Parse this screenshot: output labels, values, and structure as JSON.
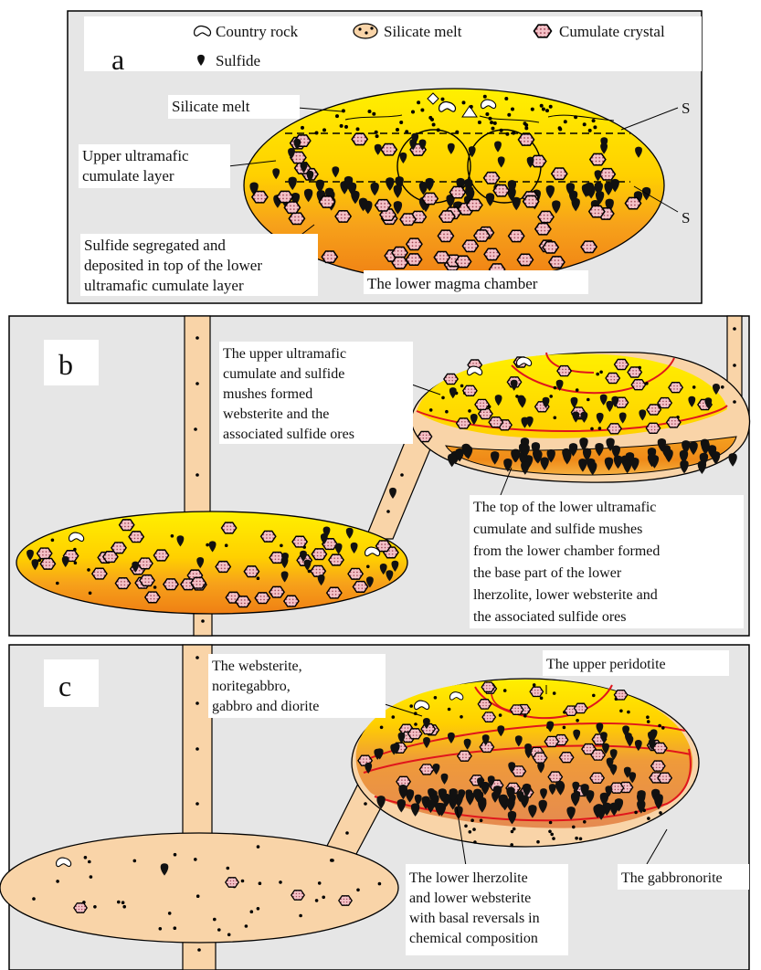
{
  "legend": {
    "country_rock": "Country rock",
    "silicate_melt": "Silicate melt",
    "cumulate_crystal": "Cumulate crystal",
    "sulfide": "Sulfide"
  },
  "panel_a": {
    "letter": "a",
    "silicate_melt_label": "Silicate melt",
    "upper_cumulate_label": [
      "Upper ultramafic",
      "cumulate layer"
    ],
    "sulfide_label": [
      "Sulfide segregated and",
      "deposited in top of the lower",
      "ultramafic cumulate layer"
    ],
    "chamber_label": "The lower magma chamber",
    "s_top": "S",
    "s_bottom": "S"
  },
  "panel_b": {
    "letter": "b",
    "upper_label": [
      "The upper ultramafic",
      "cumulate and sulfide",
      "mushes formed",
      "websterite and the",
      "associated sulfide ores"
    ],
    "lower_label": [
      "The top of the lower ultramafic",
      "cumulate and sulfide mushes",
      "from the lower chamber formed",
      "the base part of the lower",
      "lherzolite, lower websterite and",
      "the associated sulfide ores"
    ]
  },
  "panel_c": {
    "letter": "c",
    "websterite_label": [
      "The websterite,",
      "noritegabbro,",
      "gabbro and diorite"
    ],
    "peridotite_label": "The upper peridotite",
    "lherzolite_label": [
      "The lower lherzolite",
      "and lower websterite",
      "with basal reversals in",
      "chemical composition"
    ],
    "gabbronorite_label": "The gabbronorite"
  },
  "colors": {
    "background_panel": "#e6e6e6",
    "melt_yellow": "#ffe600",
    "melt_orange": "#f08a1a",
    "conduit_tan": "#f9d4a8",
    "crystal_fill": "#f0b8c0",
    "boundary_red": "#e0161c",
    "sulfide_black": "#111111"
  }
}
